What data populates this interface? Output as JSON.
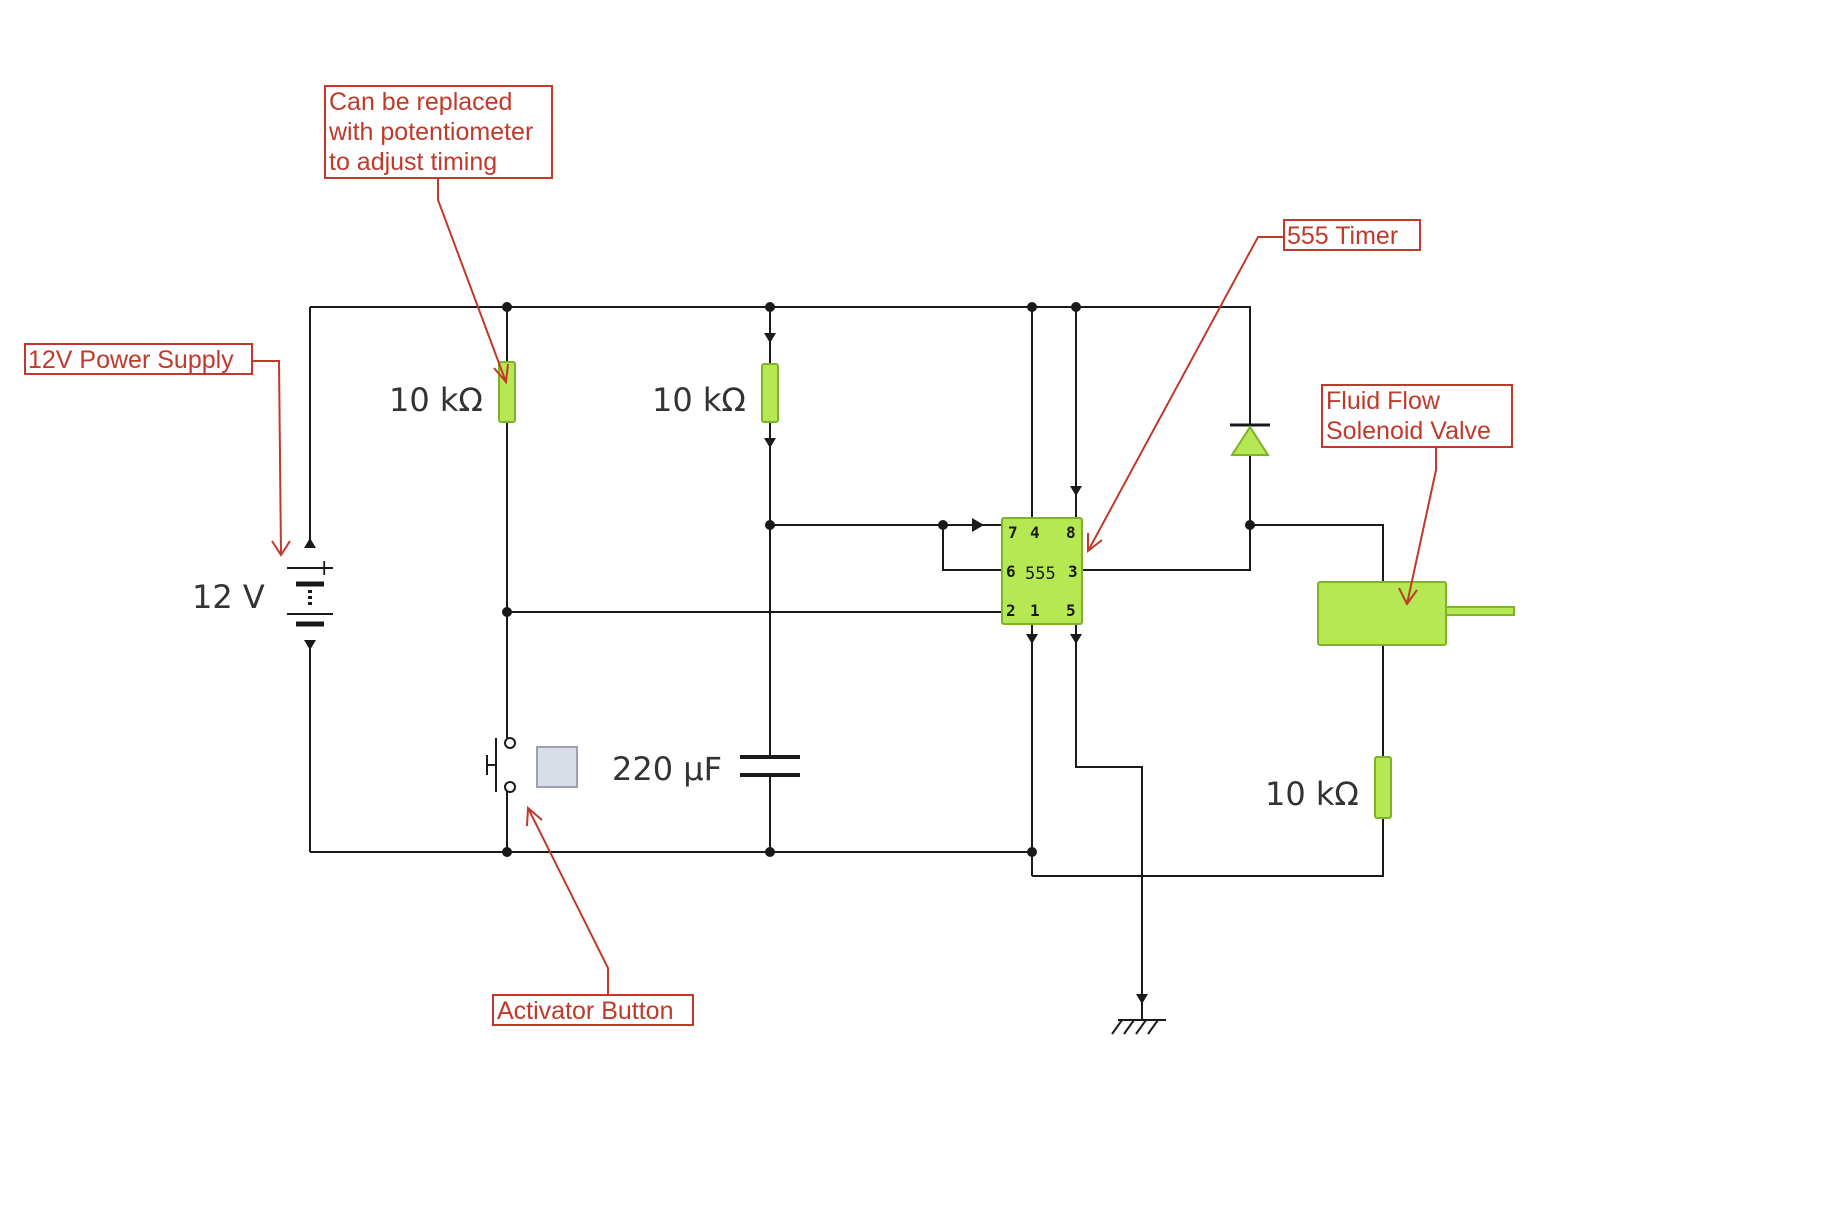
{
  "annotations": {
    "potentiometer": [
      "Can be replaced",
      "with potentiometer",
      "to adjust timing"
    ],
    "timer": "555 Timer",
    "power": "12V Power Supply",
    "valve": [
      "Fluid Flow",
      "Solenoid Valve"
    ],
    "button": "Activator Button"
  },
  "components": {
    "battery_value": "12 V",
    "battery_plus": "+",
    "r1_value": "10 kΩ",
    "r2_value": "10 kΩ",
    "r3_value": "10 kΩ",
    "capacitor_value": "220 µF",
    "chip_label": "555",
    "chip_pins": [
      "7",
      "4",
      "8",
      "6",
      "3",
      "2",
      "1",
      "5"
    ]
  },
  "colors": {
    "component_fill": "#b5e853",
    "annotation": "#c0392b",
    "wire": "#1a1a1a"
  }
}
